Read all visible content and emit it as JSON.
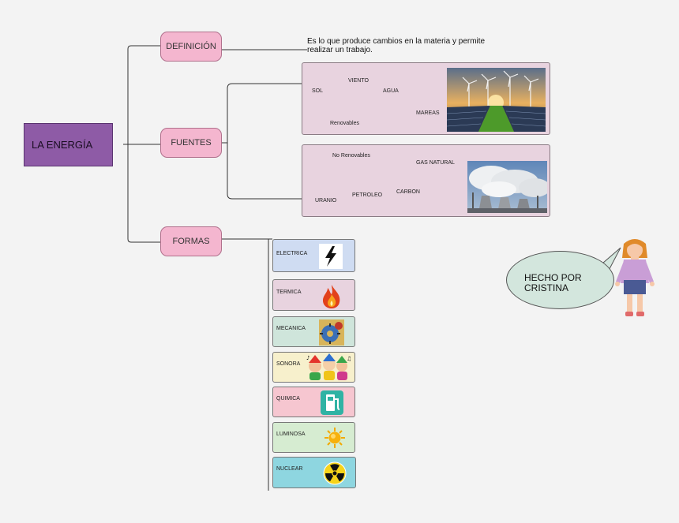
{
  "root": {
    "label": "LA ENERGÍA"
  },
  "branches": {
    "definicion": {
      "label": "DEFINICIÓN",
      "text_line1": "Es lo que produce cambios en la materia y permite",
      "text_line2": "realizar un trabajo."
    },
    "fuentes": {
      "label": "FUENTES"
    },
    "formas": {
      "label": "FORMAS"
    }
  },
  "renovables": {
    "center": "Renovables",
    "items": [
      "SOL",
      "VIENTO",
      "AGUA",
      "MAREAS"
    ]
  },
  "no_renovables": {
    "center": "No Renovables",
    "items": [
      "GAS NATURAL",
      "CARBON",
      "PETROLEO",
      "URANIO"
    ]
  },
  "formas": [
    {
      "label": "ELECTRICA",
      "color": "#cfdcf2",
      "icon": "lightning-icon"
    },
    {
      "label": "TERMICA",
      "color": "#e8d3df",
      "icon": "fire-icon"
    },
    {
      "label": "MECANICA",
      "color": "#cfe5db",
      "icon": "gear-icon"
    },
    {
      "label": "SONORA",
      "color": "#f7f0cc",
      "icon": "people-music-icon"
    },
    {
      "label": "QUIMICA",
      "color": "#f6c6d0",
      "icon": "fuel-pump-icon"
    },
    {
      "label": "LUMINOSA",
      "color": "#d6ecd1",
      "icon": "sun-icon"
    },
    {
      "label": "NUCLEAR",
      "color": "#8ed6e0",
      "icon": "radiation-icon"
    }
  ],
  "credit": {
    "line1": "HECHO POR",
    "line2": "CRISTINA"
  }
}
